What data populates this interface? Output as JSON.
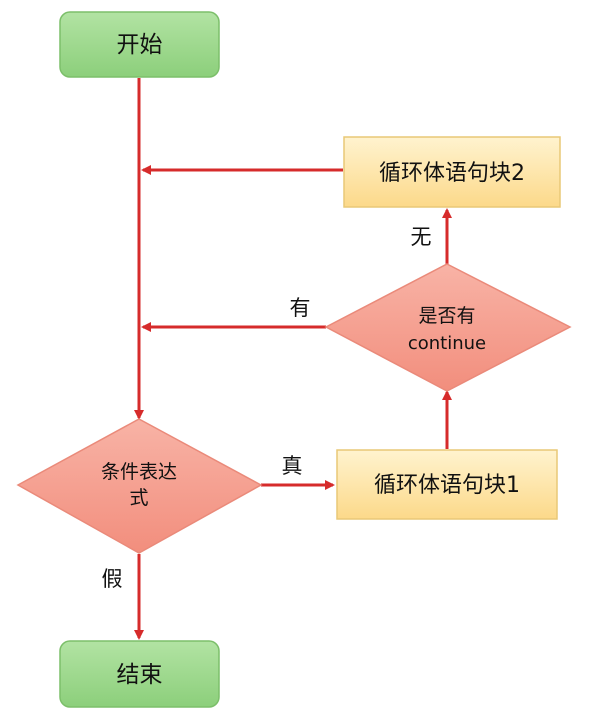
{
  "diagram": {
    "nodes": {
      "start": {
        "label": "开始",
        "shape": "rounded-rect",
        "fill": "#9bd78b"
      },
      "block2": {
        "label": "循环体语句块2",
        "shape": "rect",
        "fill": "#fde7ad"
      },
      "continue_check": {
        "line1": "是否有",
        "line2": "continue",
        "shape": "diamond",
        "fill": "#f6a394"
      },
      "condition": {
        "line1": "条件表达",
        "line2": "式",
        "shape": "diamond",
        "fill": "#f6a394"
      },
      "block1": {
        "label": "循环体语句块1",
        "shape": "rect",
        "fill": "#fde7ad"
      },
      "end": {
        "label": "结束",
        "shape": "rounded-rect",
        "fill": "#9bd78b"
      }
    },
    "edge_labels": {
      "none": "无",
      "has": "有",
      "true": "真",
      "false": "假"
    },
    "colors": {
      "arrow": "#d62b2b",
      "terminal_stroke": "#7cbf6a",
      "block_stroke": "#e9c877",
      "diamond_stroke": "#ea8a7a"
    }
  }
}
